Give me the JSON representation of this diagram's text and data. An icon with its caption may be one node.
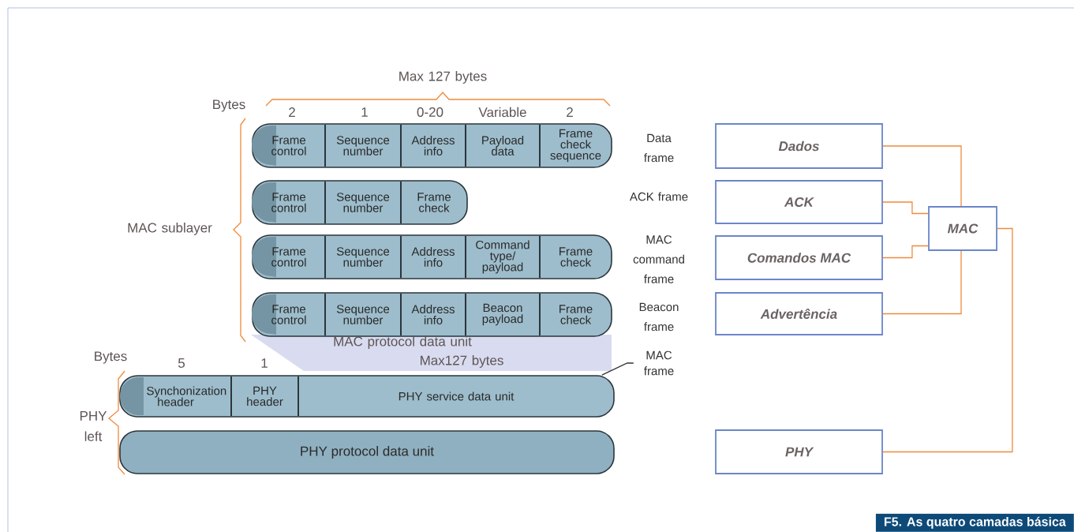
{
  "diagram": {
    "caption": "F5. As quatro camadas básica",
    "nodes": [
      {
        "text": [],
        "shape": "bar",
        "beside": [
          "Data frame"
        ]
      },
      {
        "text": [
          "Frame control"
        ],
        "in": 0
      },
      {
        "text": [
          "Sequence number"
        ],
        "in": 0
      },
      {
        "text": [
          "Address info"
        ],
        "in": 0
      },
      {
        "text": [
          "Payload data"
        ],
        "in": 0
      },
      {
        "text": [
          "Frame check sequence"
        ],
        "in": 0
      },
      {
        "text": [],
        "shape": "bar"
      },
      {
        "text": [
          "Frame control"
        ],
        "in": 6
      },
      {
        "text": [
          "Sequence number"
        ],
        "in": 6
      },
      {
        "text": [
          "Frame check"
        ],
        "in": 6
      },
      {
        "text": [],
        "shape": "bar",
        "beside": [
          "MAC command frame"
        ]
      },
      {
        "text": [
          "Frame control"
        ],
        "in": 10
      },
      {
        "text": [
          "Sequence number"
        ],
        "in": 10
      },
      {
        "text": [
          "Address info"
        ],
        "in": 10
      },
      {
        "text": [
          "Command type/ payload"
        ],
        "in": 10
      },
      {
        "text": [
          "Frame check"
        ],
        "in": 10
      },
      {
        "text": [],
        "shape": "bar",
        "beside": [
          "Beacon frame"
        ]
      },
      {
        "text": [
          "Frame control"
        ],
        "in": 16
      },
      {
        "text": [
          "Sequence number"
        ],
        "in": 16
      },
      {
        "text": [
          "Address info"
        ],
        "in": 16
      },
      {
        "text": [
          "Beacon payload"
        ],
        "in": 16
      },
      {
        "text": [
          "Frame check"
        ],
        "in": 16
      },
      {
        "text": [],
        "shape": "bar"
      },
      {
        "text": [
          "Synchonization header"
        ],
        "in": 22
      },
      {
        "text": [
          "PHY header"
        ],
        "in": 22
      },
      {
        "text": [
          "PHY service data unit"
        ],
        "in": 22
      },
      {
        "text": [
          "PHY protocol data unit"
        ]
      },
      {
        "text": [
          "MAC frame"
        ]
      },
      {
        "text": [
          "Dados"
        ]
      },
      {
        "text": [
          "ACK"
        ]
      },
      {
        "text": [
          "Comandos MAC"
        ]
      },
      {
        "text": [
          "Advertência"
        ]
      },
      {
        "text": [
          "MAC"
        ]
      },
      {
        "text": [
          "PHY"
        ]
      }
    ],
    "edges": [
      {
        "from": 27,
        "to": 22,
        "arrow": "none",
        "color": "#333333"
      },
      {
        "from": 28,
        "to": 32,
        "arrow": "none"
      },
      {
        "from": 29,
        "to": 32,
        "arrow": "none"
      },
      {
        "from": 30,
        "to": 32,
        "arrow": "none"
      },
      {
        "from": 31,
        "to": 32,
        "arrow": "none"
      },
      {
        "from": 32,
        "to": 33,
        "arrow": "none"
      }
    ],
    "labels": [
      "Max 127 bytes",
      "Bytes",
      "2",
      "1",
      "0-20",
      "Variable",
      "2",
      "ACK frame",
      "MAC sublayer",
      "MAC protocol data unit",
      "Bytes",
      "5",
      "1",
      "Max127 bytes",
      "PHY left"
    ]
  }
}
